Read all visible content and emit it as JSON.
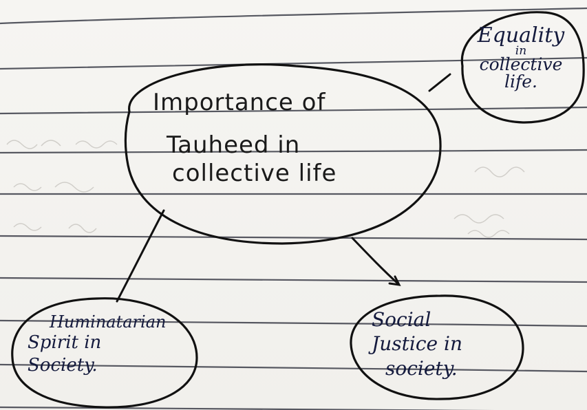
{
  "diagram": {
    "center": {
      "lines": [
        "Importance of",
        "Tauheed in",
        "collective life"
      ]
    },
    "top_right": {
      "lines": [
        "Equality",
        "in",
        "collective",
        "life."
      ]
    },
    "bottom_left": {
      "lines": [
        "Huminatarian",
        "Spirit in",
        "Society."
      ]
    },
    "bottom_right": {
      "lines": [
        "Social",
        "Justice in",
        "society."
      ]
    }
  },
  "colors": {
    "ink_blue": "#141a3d",
    "ink_black": "#111111",
    "ruled_line": "#3b3d48",
    "paper": "#f4f3f0"
  }
}
